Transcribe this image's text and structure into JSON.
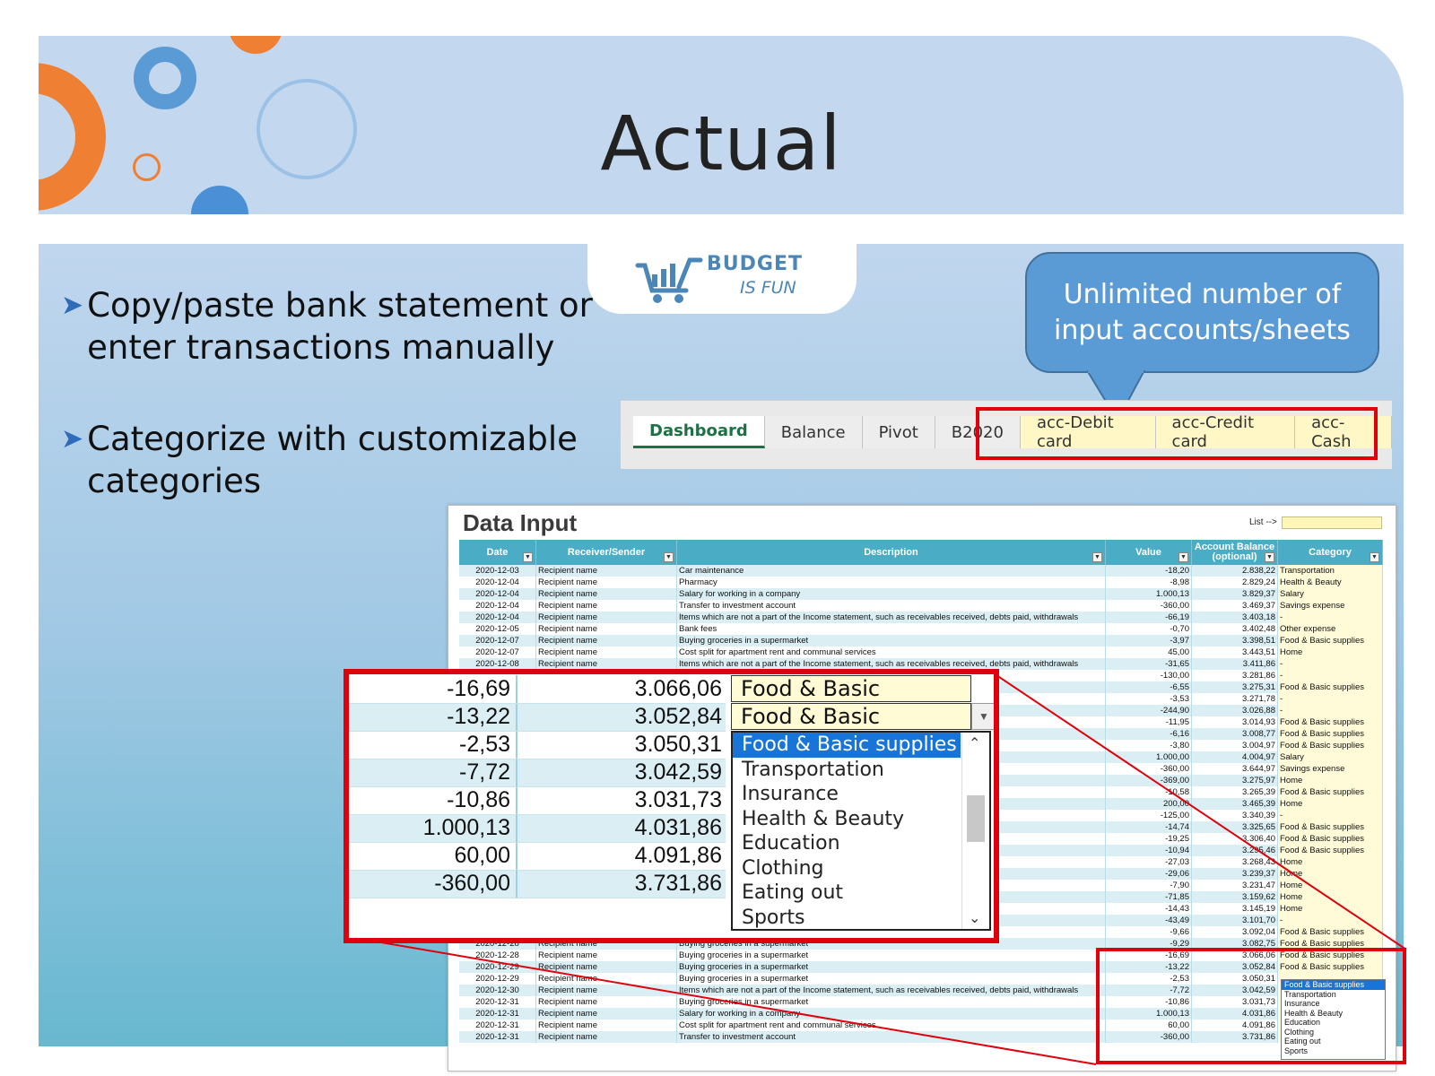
{
  "slide": {
    "title": "Actual"
  },
  "logo": {
    "line1": "BUDGET",
    "line2": "IS FUN"
  },
  "bullets": [
    {
      "text": "Copy/paste bank statement or enter transactions manually"
    },
    {
      "text": "Categorize with customizable categories"
    }
  ],
  "callout": {
    "text": "Unlimited number of input accounts/sheets"
  },
  "sheet_tabs": [
    {
      "label": "Dashboard",
      "active": true
    },
    {
      "label": "Balance"
    },
    {
      "label": "Pivot"
    },
    {
      "label": "B2020"
    },
    {
      "label": "acc-Debit card",
      "account": true
    },
    {
      "label": "acc-Credit card",
      "account": true
    },
    {
      "label": "acc-Cash",
      "account": true
    }
  ],
  "sheet": {
    "title": "Data Input",
    "list_label": "List -->",
    "columns": [
      "Date",
      "Receiver/Sender",
      "Description",
      "Value",
      "Account Balance (optional)",
      "Category"
    ],
    "rows": [
      [
        "2020-12-03",
        "Recipient name",
        "Car maintenance",
        "-18,20",
        "2.838,22",
        "Transportation"
      ],
      [
        "2020-12-04",
        "Recipient name",
        "Pharmacy",
        "-8,98",
        "2.829,24",
        "Health & Beauty"
      ],
      [
        "2020-12-04",
        "Recipient name",
        "Salary for working in a company",
        "1.000,13",
        "3.829,37",
        "Salary"
      ],
      [
        "2020-12-04",
        "Recipient name",
        "Transfer to investment account",
        "-360,00",
        "3.469,37",
        "Savings expense"
      ],
      [
        "2020-12-04",
        "Recipient name",
        "Items which are not a part of the Income statement, such as receivables received, debts paid, withdrawals",
        "-66,19",
        "3.403,18",
        "-"
      ],
      [
        "2020-12-05",
        "Recipient name",
        "Bank fees",
        "-0,70",
        "3.402,48",
        "Other expense"
      ],
      [
        "2020-12-07",
        "Recipient name",
        "Buying groceries in a supermarket",
        "-3,97",
        "3.398,51",
        "Food & Basic supplies"
      ],
      [
        "2020-12-07",
        "Recipient name",
        "Cost split for apartment rent and communal services",
        "45,00",
        "3.443,51",
        "Home"
      ],
      [
        "2020-12-08",
        "Recipient name",
        "Items which are not a part of the Income statement, such as receivables received, debts paid, withdrawals",
        "-31,65",
        "3.411,86",
        "-"
      ],
      [
        "",
        "",
        "d, debts paid, withdrawa",
        "-130,00",
        "3.281,86",
        "-"
      ],
      [
        "",
        "",
        "",
        "-6,55",
        "3.275,31",
        "Food & Basic supplies"
      ],
      [
        "",
        "",
        "d, debts paid, withdrawa",
        "-3,53",
        "3.271,78",
        "-"
      ],
      [
        "",
        "",
        "d, debts paid, withdrawa",
        "-244,90",
        "3.026,88",
        "-"
      ],
      [
        "",
        "",
        "",
        "-11,95",
        "3.014,93",
        "Food & Basic supplies"
      ],
      [
        "",
        "",
        "",
        "-6,16",
        "3.008,77",
        "Food & Basic supplies"
      ],
      [
        "",
        "",
        "",
        "-3,80",
        "3.004,97",
        "Food & Basic supplies"
      ],
      [
        "",
        "",
        "",
        "1.000,00",
        "4.004,97",
        "Salary"
      ],
      [
        "",
        "",
        "",
        "-360,00",
        "3.644,97",
        "Savings expense"
      ],
      [
        "",
        "",
        "",
        "-369,00",
        "3.275,97",
        "Home"
      ],
      [
        "",
        "",
        "",
        "-10,58",
        "3.265,39",
        "Food & Basic supplies"
      ],
      [
        "",
        "",
        "",
        "200,00",
        "3.465,39",
        "Home"
      ],
      [
        "",
        "",
        "d, debts paid, withdrawa",
        "-125,00",
        "3.340,39",
        "-"
      ],
      [
        "",
        "",
        "",
        "-14,74",
        "3.325,65",
        "Food & Basic supplies"
      ],
      [
        "",
        "",
        "",
        "-19,25",
        "3.306,40",
        "Food & Basic supplies"
      ],
      [
        "",
        "",
        "",
        "-10,94",
        "3.295,46",
        "Food & Basic supplies"
      ],
      [
        "",
        "",
        "",
        "-27,03",
        "3.268,43",
        "Home"
      ],
      [
        "",
        "",
        "",
        "-29,06",
        "3.239,37",
        "Home"
      ],
      [
        "",
        "",
        "",
        "-7,90",
        "3.231,47",
        "Home"
      ],
      [
        "",
        "",
        "",
        "-71,85",
        "3.159,62",
        "Home"
      ],
      [
        "",
        "",
        "",
        "-14,43",
        "3.145,19",
        "Home"
      ],
      [
        "",
        "",
        "d, debts paid, withdrawa",
        "-43,49",
        "3.101,70",
        "-"
      ],
      [
        "",
        "",
        "",
        "-9,66",
        "3.092,04",
        "Food & Basic supplies"
      ],
      [
        "2020-12-28",
        "Recipient name",
        "Buying groceries in a supermarket",
        "-9,29",
        "3.082,75",
        "Food & Basic supplies"
      ],
      [
        "2020-12-28",
        "Recipient name",
        "Buying groceries in a supermarket",
        "-16,69",
        "3.066,06",
        "Food & Basic supplies"
      ],
      [
        "2020-12-29",
        "Recipient name",
        "Buying groceries in a supermarket",
        "-13,22",
        "3.052,84",
        "Food & Basic supplies"
      ],
      [
        "2020-12-29",
        "Recipient name",
        "Buying groceries in a supermarket",
        "-2,53",
        "3.050,31",
        ""
      ],
      [
        "2020-12-30",
        "Recipient name",
        "Items which are not a part of the Income statement, such as receivables received, debts paid, withdrawals",
        "-7,72",
        "3.042,59",
        ""
      ],
      [
        "2020-12-31",
        "Recipient name",
        "Buying groceries in a supermarket",
        "-10,86",
        "3.031,73",
        ""
      ],
      [
        "2020-12-31",
        "Recipient name",
        "Salary for working in a company",
        "1.000,13",
        "4.031,86",
        ""
      ],
      [
        "2020-12-31",
        "Recipient name",
        "Cost split for apartment rent and communal services",
        "60,00",
        "4.091,86",
        ""
      ],
      [
        "2020-12-31",
        "Recipient name",
        "Transfer to investment account",
        "-360,00",
        "3.731,86",
        ""
      ]
    ],
    "mini_dropdown": [
      "Food & Basic supplies",
      "Transportation",
      "Insurance",
      "Health & Beauty",
      "Education",
      "Clothing",
      "Eating out",
      "Sports"
    ]
  },
  "zoom": {
    "rows": [
      {
        "value": "-16,69",
        "balance": "3.066,06"
      },
      {
        "value": "-13,22",
        "balance": "3.052,84"
      },
      {
        "value": "-2,53",
        "balance": "3.050,31"
      },
      {
        "value": "-7,72",
        "balance": "3.042,59"
      },
      {
        "value": "-10,86",
        "balance": "3.031,73"
      },
      {
        "value": "1.000,13",
        "balance": "4.031,86"
      },
      {
        "value": "60,00",
        "balance": "4.091,86"
      },
      {
        "value": "-360,00",
        "balance": "3.731,86"
      }
    ],
    "category_1": "Food & Basic supplies",
    "category_2": "Food & Basic supplies",
    "dropdown": [
      "Food & Basic supplies",
      "Transportation",
      "Insurance",
      "Health & Beauty",
      "Education",
      "Clothing",
      "Eating out",
      "Sports"
    ]
  },
  "colors": {
    "accent_blue": "#5b9bd5",
    "highlight_red": "#e0000c",
    "orange": "#ef7f33",
    "header_teal": "#4bacc6"
  }
}
